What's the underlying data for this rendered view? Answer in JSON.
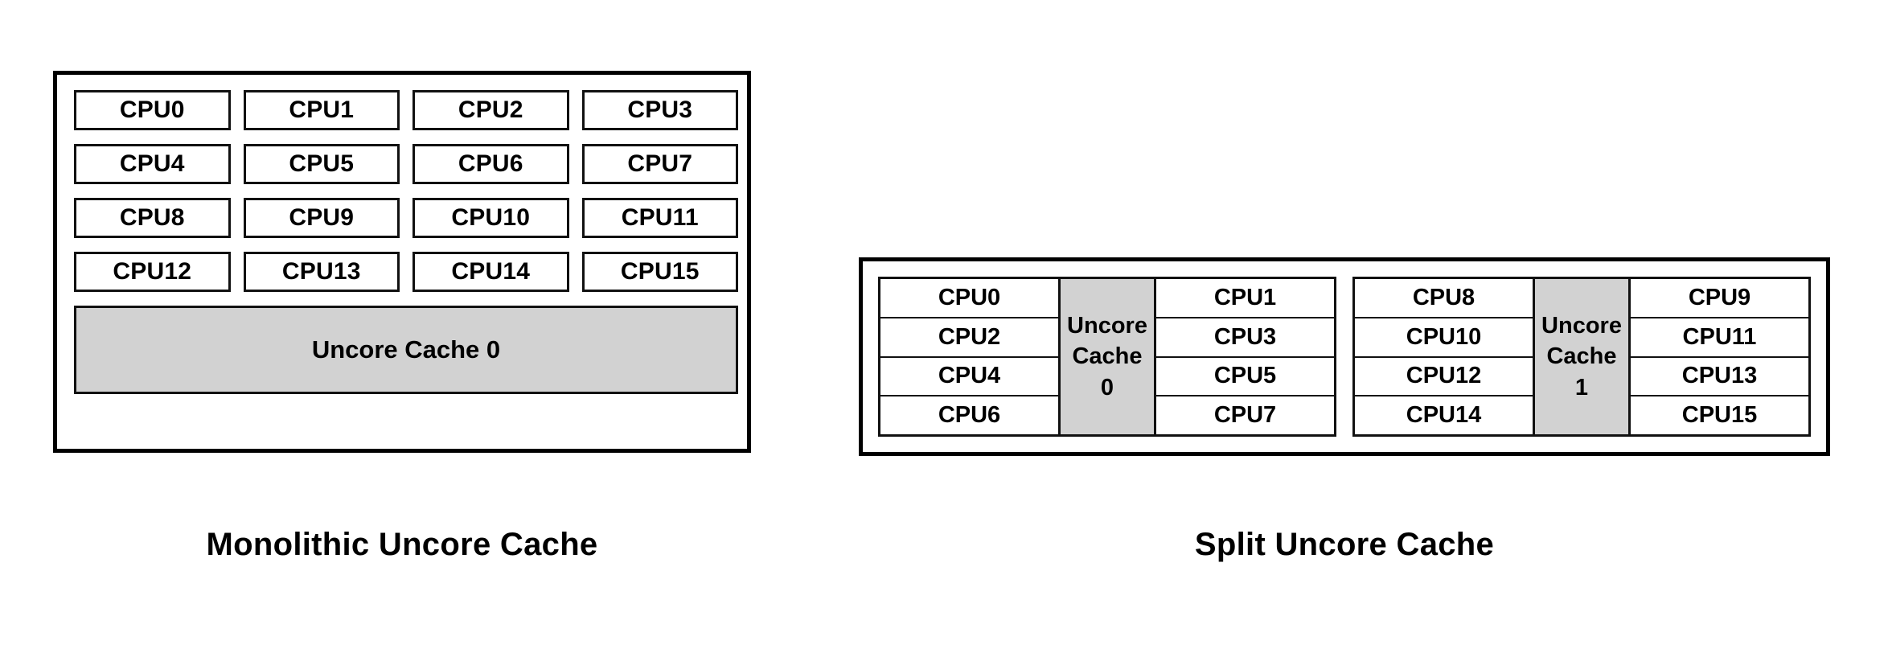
{
  "colors": {
    "cache_fill": "#d2d2d2",
    "border": "#111111",
    "background": "#ffffff",
    "text": "#000000"
  },
  "monolithic": {
    "caption": "Monolithic Uncore Cache",
    "cpu_cells": [
      "CPU0",
      "CPU1",
      "CPU2",
      "CPU3",
      "CPU4",
      "CPU5",
      "CPU6",
      "CPU7",
      "CPU8",
      "CPU9",
      "CPU10",
      "CPU11",
      "CPU12",
      "CPU13",
      "CPU14",
      "CPU15"
    ],
    "cache_label": "Uncore Cache 0"
  },
  "split": {
    "caption": "Split Uncore Cache",
    "clusters": [
      {
        "left_cpus": [
          "CPU0",
          "CPU2",
          "CPU4",
          "CPU6"
        ],
        "cache_line1": "Uncore",
        "cache_line2": "Cache",
        "cache_line3": "0",
        "right_cpus": [
          "CPU1",
          "CPU3",
          "CPU5",
          "CPU7"
        ]
      },
      {
        "left_cpus": [
          "CPU8",
          "CPU10",
          "CPU12",
          "CPU14"
        ],
        "cache_line1": "Uncore",
        "cache_line2": "Cache",
        "cache_line3": "1",
        "right_cpus": [
          "CPU9",
          "CPU11",
          "CPU13",
          "CPU15"
        ]
      }
    ]
  }
}
